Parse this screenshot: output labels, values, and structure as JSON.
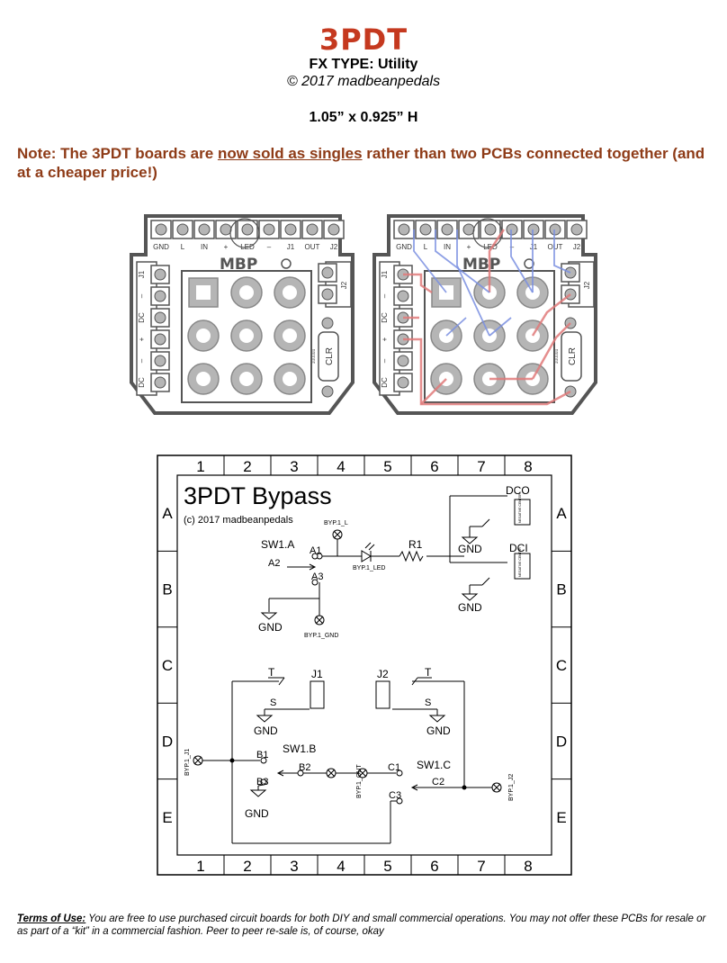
{
  "header": {
    "title": "3PDT",
    "fx_type": "FX TYPE: Utility",
    "copyright": "© 2017 madbeanpedals",
    "dimensions": "1.05” x 0.925” H"
  },
  "note": {
    "prefix": "Note: The 3PDT boards are ",
    "emphasis": "now sold as singles",
    "suffix": " rather than two PCBs connected together (and at a cheaper price!)"
  },
  "pcb": {
    "top_labels": [
      "GND",
      "L",
      "IN",
      "+",
      "LED",
      "–",
      "J1",
      "OUT",
      "J2"
    ],
    "left_labels": [
      "J1",
      "–",
      "DC",
      "+",
      "–",
      "DC"
    ],
    "right_label": "J2",
    "logo": "MBP",
    "clr_label": "CLR",
    "clr_value": "1uuuuu",
    "colors": {
      "outline": "#555555",
      "pad": "#b5b5b5",
      "trace_red": "#e07a7a",
      "trace_blue": "#7a8fe0"
    }
  },
  "schematic": {
    "col_numbers": [
      "1",
      "2",
      "3",
      "4",
      "5",
      "6",
      "7",
      "8"
    ],
    "row_letters": [
      "A",
      "B",
      "C",
      "D",
      "E"
    ],
    "title": "3PDT Bypass",
    "copyright": "(c) 2017 madbeanpedals",
    "labels": {
      "sw1a": "SW1.A",
      "a1": "A1",
      "a2": "A2",
      "a3": "A3",
      "byp_l": "BYP.1_L",
      "byp_led": "BYP.1_LED",
      "byp_gnd": "BYP.1_GND",
      "r1": "R1",
      "dco": "DCO",
      "dci": "DCI",
      "gnd": "GND",
      "j1": "J1",
      "j2": "J2",
      "t": "T",
      "s": "S",
      "sw1b": "SW1.B",
      "b1": "B1",
      "b2": "B2",
      "b3": "B3",
      "sw1c": "SW1.C",
      "c1": "C1",
      "c2": "C2",
      "c3": "C3",
      "byp_j1": "BYP.1_J1",
      "byp_out": "BYP.1_OUT",
      "byp_j2": "BYP.1_J2",
      "jack_small": "NEGATIVE CENTER"
    }
  },
  "terms": {
    "label": "Terms of Use:",
    "text": " You are free to use purchased circuit boards for both DIY and small commercial operations. You may not offer these PCBs for resale or as part of a “kit” in a commercial fashion. Peer to peer re-sale is, of course, okay"
  }
}
